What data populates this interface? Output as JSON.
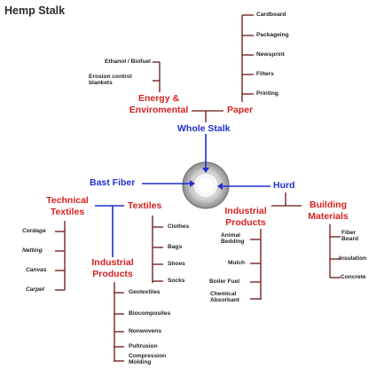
{
  "title": "Hemp Stalk",
  "colors": {
    "red": "#d61f1f",
    "blue": "#1f2fd0",
    "dark": "#6b1414"
  },
  "root": "Whole Stalk",
  "branches": {
    "energy": "Energy & Enviromental",
    "paper": "Paper",
    "bast": "Bast Fiber",
    "hurd": "Hurd",
    "technical_textiles": "Technical Textiles",
    "textiles": "Textiles",
    "industrial_left": "Industrial Products",
    "industrial_right": "Industrial Products",
    "building": "Building Materials"
  },
  "items": {
    "energy": [
      "Ethanol / Biofuel",
      "Erosion control blankets"
    ],
    "paper": [
      "Cardboard",
      "Packageing",
      "Newsprint",
      "Filters",
      "Printing"
    ],
    "technical_textiles": [
      "Cordage",
      "Netting",
      "Canvas",
      "Carpet"
    ],
    "textiles": [
      "Clothes",
      "Bags",
      "Shoes",
      "Socks"
    ],
    "industrial_left": [
      "Geotextiles",
      "Biocomposites",
      "Nonwovens",
      "Pultrusion",
      "Compression Molding"
    ],
    "industrial_right": [
      "Animal Bedding",
      "Mulch",
      "Boiler Fuel",
      "Chemical Absorbant"
    ],
    "building": [
      "Fiber Board",
      "Insulation",
      "Concrete"
    ]
  }
}
